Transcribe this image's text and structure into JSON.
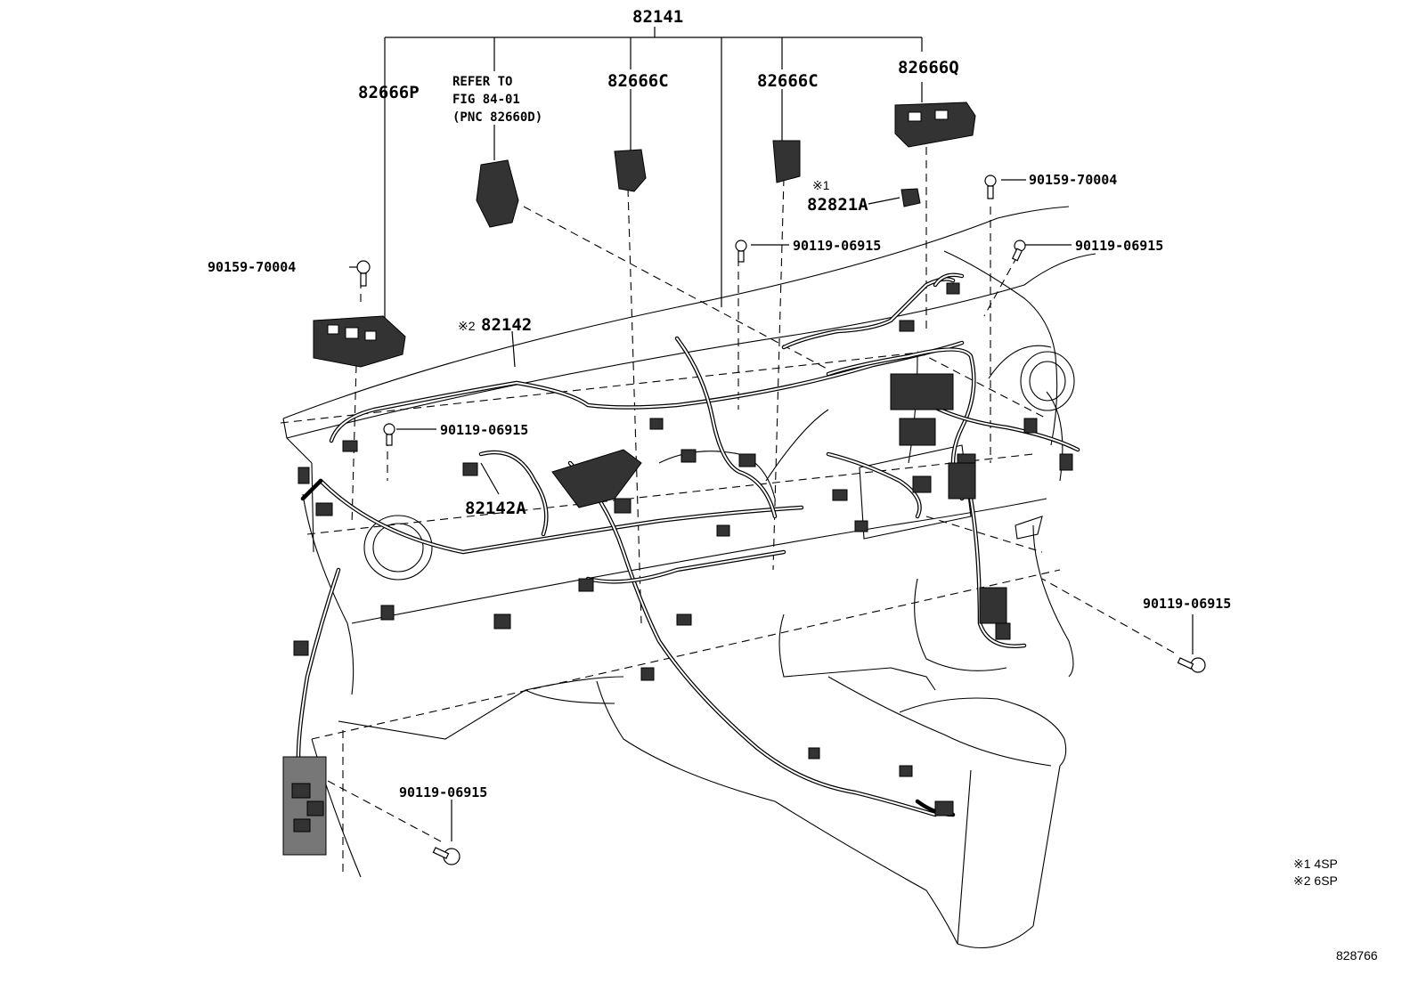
{
  "labels": {
    "main_assembly": "82141",
    "relay_p": "82666P",
    "refer_line1": "REFER TO",
    "refer_line2": "FIG 84-01",
    "refer_line3": "(PNC 82660D)",
    "relay_c_left": "82666C",
    "relay_c_right": "82666C",
    "relay_q": "82666Q",
    "mark_1": "※1",
    "connector_a": "82821A",
    "bolt_top_right": "90159-70004",
    "screw_center_top": "90119-06915",
    "screw_right_top": "90119-06915",
    "bolt_left": "90159-70004",
    "mark_2": "※2",
    "wire_82142": "82142",
    "screw_left_mid": "90119-06915",
    "wire_82142a": "82142A",
    "screw_right_low": "90119-06915",
    "screw_bottom_left": "90119-06915"
  },
  "notes": {
    "note1": "※1 4SP",
    "note2": "※2 6SP"
  },
  "figure_code": "828766"
}
